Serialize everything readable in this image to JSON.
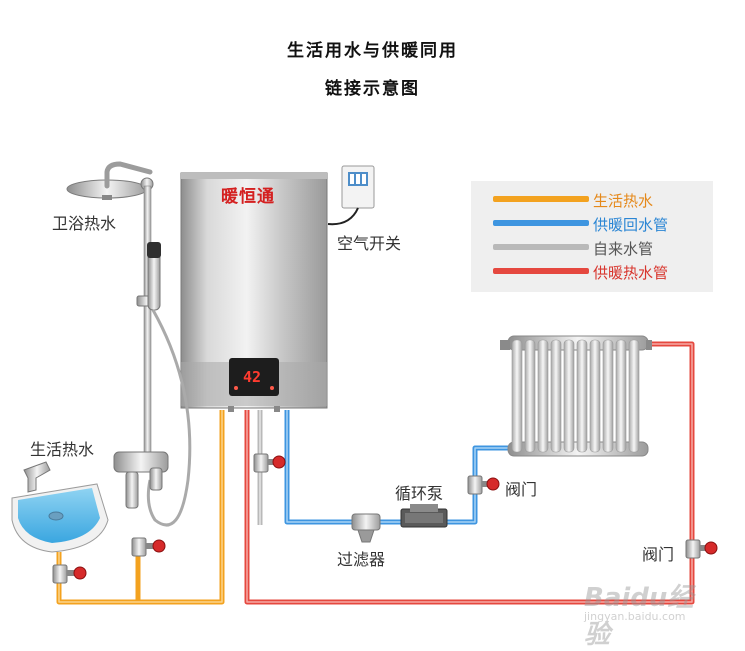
{
  "title": {
    "line1": "生活用水与供暖同用",
    "line2": "链接示意图"
  },
  "heater": {
    "brand": "暖恒通",
    "display": "42"
  },
  "labels": {
    "shower": "卫浴热水",
    "air_switch": "空气开关",
    "domestic_hot_water": "生活热水",
    "pump": "循环泵",
    "filter": "过滤器",
    "valve_radiator": "阀门",
    "valve_return": "阀门"
  },
  "legend": [
    {
      "label": "生活热水",
      "color": "#f3a21f",
      "text_color": "#e5891b"
    },
    {
      "label": "供暖回水管",
      "color": "#3e95e0",
      "text_color": "#2b86d4"
    },
    {
      "label": "自来水管",
      "color": "#b9b9b9",
      "text_color": "#555555"
    },
    {
      "label": "供暖热水管",
      "color": "#e5483f",
      "text_color": "#d8362e"
    }
  ],
  "watermark": {
    "logo": "Baidu经验",
    "url": "jingyan.baidu.com"
  }
}
